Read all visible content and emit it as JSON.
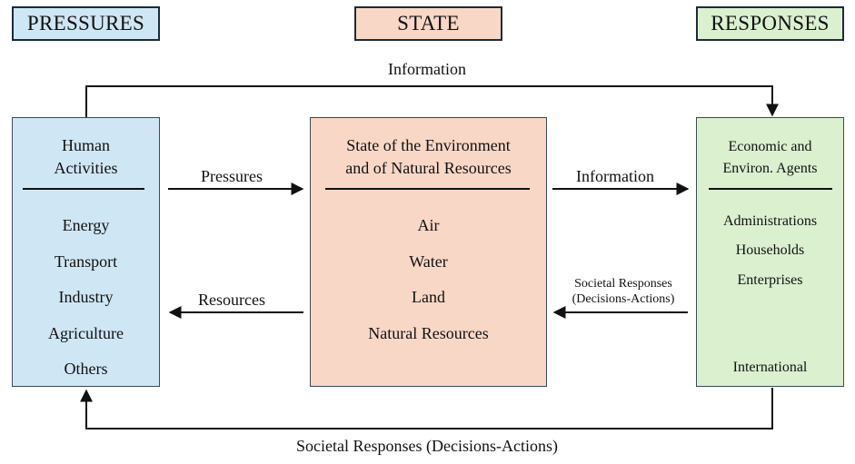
{
  "headers": {
    "pressures": "PRESSURES",
    "state": "STATE",
    "responses": "RESPONSES"
  },
  "colors": {
    "pressures_fill": "#cfe6f5",
    "state_fill": "#f9d7c6",
    "responses_fill": "#daf0cf",
    "line": "#111111"
  },
  "left_box": {
    "title": [
      "Human",
      "Activities"
    ],
    "items": [
      "Energy",
      "Transport",
      "Industry",
      "Agriculture",
      "Others"
    ]
  },
  "center_box": {
    "title": [
      "State of the Environment",
      "and of Natural Resources"
    ],
    "items": [
      "Air",
      "Water",
      "Land",
      "Natural Resources"
    ]
  },
  "right_box": {
    "title": [
      "Economic and",
      "Environ. Agents"
    ],
    "items": [
      "Administrations",
      "Households",
      "Enterprises"
    ],
    "footer": "International"
  },
  "arrows": {
    "top_information": "Information",
    "pressures": "Pressures",
    "resources": "Resources",
    "middle_information": "Information",
    "societal_responses_middle": [
      "Societal Responses",
      "(Decisions-Actions)"
    ],
    "bottom_societal_responses": "Societal Responses (Decisions-Actions)"
  }
}
